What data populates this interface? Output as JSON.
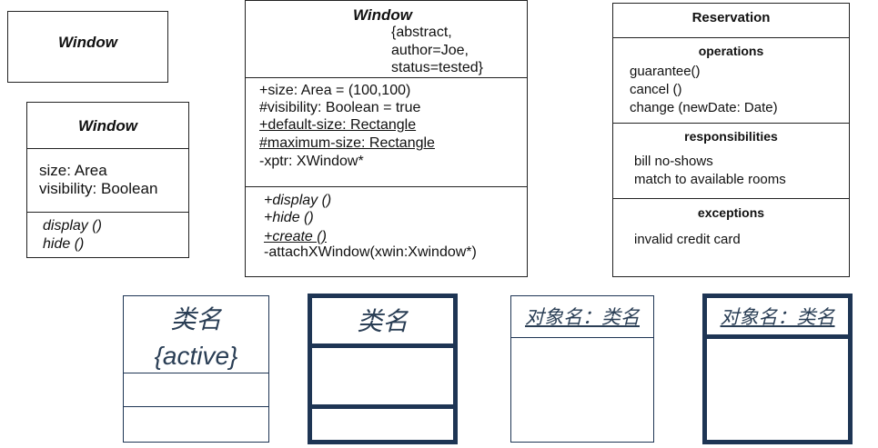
{
  "window_simple": {
    "name": "Window"
  },
  "window_attrs": {
    "name": "Window",
    "attributes": [
      "size: Area",
      "visibility: Boolean"
    ],
    "operations": [
      "display ()",
      "hide ()"
    ]
  },
  "window_full": {
    "name": "Window",
    "properties": [
      "{abstract,",
      "author=Joe,",
      "status=tested}"
    ],
    "attributes": [
      "+size: Area = (100,100)",
      "#visibility: Boolean = true",
      "+default-size: Rectangle",
      "#maximum-size: Rectangle",
      "-xptr: XWindow*"
    ],
    "operations": [
      "+display ()",
      "+hide ()",
      "+create ()",
      "-attachXWindow(xwin:Xwindow*)"
    ]
  },
  "reservation": {
    "name": "Reservation",
    "operations_title": "operations",
    "operations": [
      "guarantee()",
      "cancel ()",
      "change (newDate: Date)"
    ],
    "responsibilities_title": "responsibilities",
    "responsibilities": [
      "bill no-shows",
      "match to available rooms"
    ],
    "exceptions_title": "exceptions",
    "exceptions": [
      "invalid credit card"
    ]
  },
  "bottom": {
    "class_name_active": "类名",
    "active_tag": "{active}",
    "class_name": "类名",
    "object_name_1": "对象名：类名",
    "object_name_2": "对象名：类名"
  },
  "colors": {
    "navy": "#1e3554",
    "line": "#222222"
  }
}
